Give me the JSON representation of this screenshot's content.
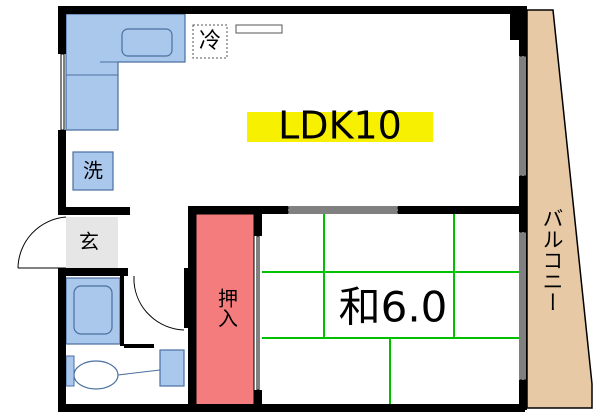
{
  "rooms": {
    "ldk": "LDK10",
    "washitsu": "和6.0",
    "oshiire": "押入",
    "genkan": "玄",
    "balcony": "バルコニー"
  },
  "fixtures": {
    "fridge": "冷",
    "washer": "洗"
  },
  "colors": {
    "wall": "#000000",
    "fixture_fill": "#a9c8ec",
    "fixture_stroke": "#4a6fa0",
    "closet": "#f47c7c",
    "balcony": "#e7c9a6",
    "tatami_line": "#00c000",
    "ldk_label_bg": "#f7f000",
    "genkan_floor": "#e6e6e6"
  }
}
